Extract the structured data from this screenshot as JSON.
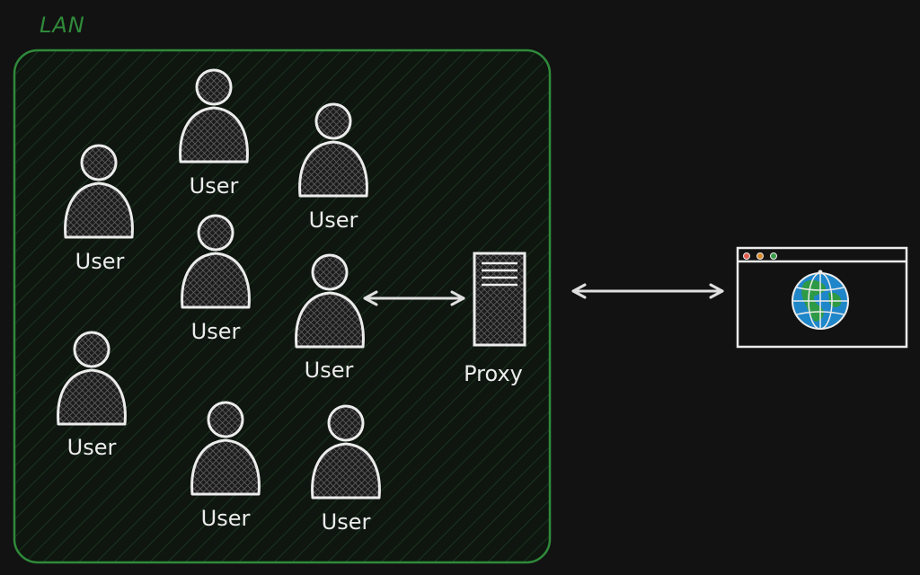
{
  "lan": {
    "label": "LAN"
  },
  "users": [
    {
      "label": "User"
    },
    {
      "label": "User"
    },
    {
      "label": "User"
    },
    {
      "label": "User"
    },
    {
      "label": "User"
    },
    {
      "label": "User"
    },
    {
      "label": "User"
    },
    {
      "label": "User"
    }
  ],
  "proxy": {
    "label": "Proxy"
  },
  "browser": {
    "icon": "globe-icon",
    "window_dots": [
      "red",
      "orange",
      "green"
    ]
  },
  "colors": {
    "background": "#121212",
    "lan_border": "#2f8a3a",
    "lan_fill": "#0e160f",
    "stroke": "#e9e9e9",
    "globe_blue": "#1f86c9",
    "globe_green": "#2f9a45"
  }
}
